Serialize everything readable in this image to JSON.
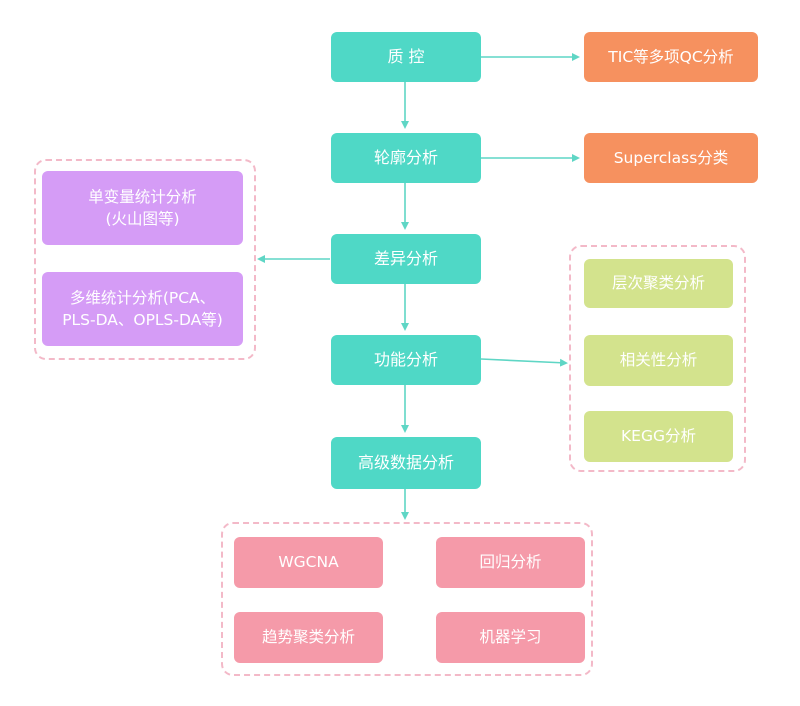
{
  "main_flow": {
    "quality_control": "质 控",
    "profile_analysis": "轮廓分析",
    "differential_analysis": "差异分析",
    "functional_analysis": "功能分析",
    "advanced_analysis": "高级数据分析"
  },
  "qc_branch": {
    "tic_qc": "TIC等多项QC分析"
  },
  "profile_branch": {
    "superclass": "Superclass分类"
  },
  "differential_group": {
    "univariate_line1": "单变量统计分析",
    "univariate_line2": "(火山图等)",
    "multivariate_line1": "多维统计分析(PCA、",
    "multivariate_line2": "PLS-DA、OPLS-DA等)"
  },
  "functional_group": {
    "hierarchical_clustering": "层次聚类分析",
    "correlation": "相关性分析",
    "kegg": "KEGG分析"
  },
  "advanced_group": {
    "wgcna": "WGCNA",
    "regression": "回归分析",
    "trend_clustering": "趋势聚类分析",
    "machine_learning": "机器学习"
  },
  "colors": {
    "main_flow": "#4fd8c6",
    "qc_profile_branch": "#f6915f",
    "differential_branch": "#d59cf6",
    "functional_branch": "#d3e38d",
    "advanced_branch": "#f59aa9",
    "group_border": "#f3b9c8",
    "connector": "#5fd6c5"
  }
}
